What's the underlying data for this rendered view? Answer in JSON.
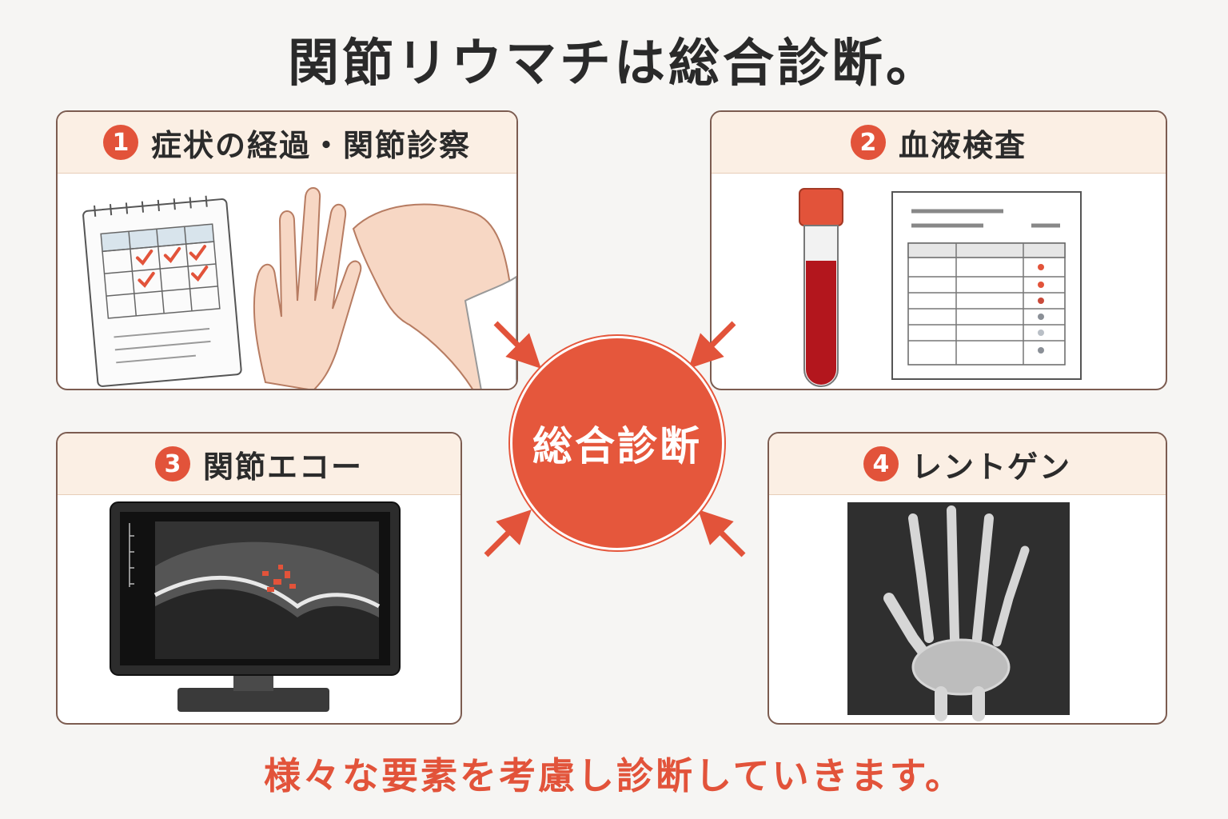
{
  "title": "関節リウマチは総合診断。",
  "cards": [
    {
      "number": "1",
      "label": "症状の経過・関節診察",
      "illustration": "calendar-and-hand-exam"
    },
    {
      "number": "2",
      "label": "血液検査",
      "illustration": "blood-tube-and-report"
    },
    {
      "number": "3",
      "label": "関節エコー",
      "illustration": "ultrasound-monitor"
    },
    {
      "number": "4",
      "label": "レントゲン",
      "illustration": "hand-xray"
    }
  ],
  "hub": {
    "label": "総合診断"
  },
  "footer": "様々な要素を考慮し診断していきます。",
  "colors": {
    "accent": "#e2533a",
    "header_bg": "#fbefe4",
    "border": "#7c5c50",
    "text": "#2a2a2a"
  }
}
